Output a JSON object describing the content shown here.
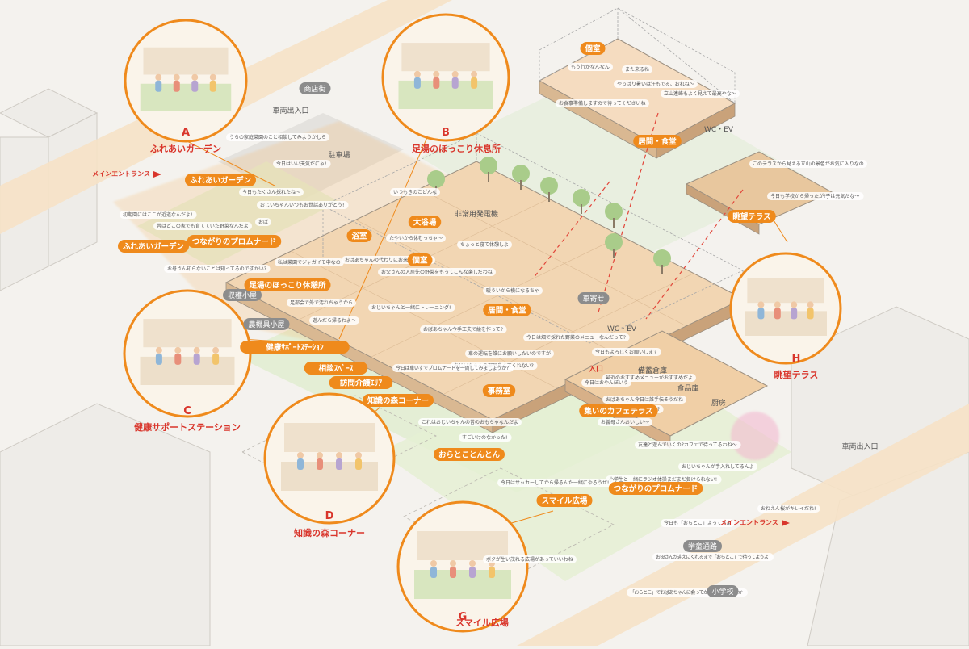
{
  "colors": {
    "accent": "#ef8a1c",
    "accent_dark": "#e36b10",
    "red": "#d9352b",
    "gray_tag": "#8c8c8c",
    "ground": "#f4f2ee",
    "path": "#f6e2c7",
    "lawn": "#dfeccc"
  },
  "orange_labels": [
    {
      "id": "fureai1",
      "text": "ふれあいガーデン"
    },
    {
      "id": "fureai2",
      "text": "ふれあいガーデン"
    },
    {
      "id": "promenade1",
      "text": "つながりのプロムナード"
    },
    {
      "id": "ashiyu",
      "text": "足湯のほっこり休憩所"
    },
    {
      "id": "yokushitsu",
      "text": "浴室"
    },
    {
      "id": "daiyokujo",
      "text": "大浴場"
    },
    {
      "id": "koshitsu1",
      "text": "個室"
    },
    {
      "id": "kenko",
      "text": "健康ｻﾎﾟｰﾄｽﾃｰｼｮﾝ"
    },
    {
      "id": "sodan",
      "text": "相談ｽﾍﾟｰｽ"
    },
    {
      "id": "homon",
      "text": "訪問介護ｴﾘｱ"
    },
    {
      "id": "chishiki",
      "text": "知識の森コーナー"
    },
    {
      "id": "kyoma1",
      "text": "居間・食堂"
    },
    {
      "id": "jimushitsu",
      "text": "事務室"
    },
    {
      "id": "tsudoi",
      "text": "集いのカフェテラス"
    },
    {
      "id": "oratoko",
      "text": "おらとことんとん"
    },
    {
      "id": "smile",
      "text": "スマイル広場"
    },
    {
      "id": "promenade2",
      "text": "つながりのプロムナード"
    },
    {
      "id": "koshitsu2",
      "text": "個室"
    },
    {
      "id": "kyoma2",
      "text": "居間・食堂"
    },
    {
      "id": "chobou",
      "text": "眺望テラス"
    }
  ],
  "gray_labels": [
    {
      "id": "shotengai",
      "text": "商店街"
    },
    {
      "id": "shuukaku",
      "text": "収穫小屋"
    },
    {
      "id": "noukigu",
      "text": "農機具小屋"
    },
    {
      "id": "kurumayose",
      "text": "車寄せ"
    },
    {
      "id": "gakudo",
      "text": "学童通路"
    },
    {
      "id": "shogakko",
      "text": "小学校"
    }
  ],
  "plain_labels": {
    "sharyo1": "車両出入口",
    "chushajo": "駐車場",
    "hijo": "非常用発電機",
    "wcev1": "WC・EV",
    "wcev2": "WC・EV",
    "bichiku": "備蓄倉庫",
    "shokuhin": "食品庫",
    "chubo": "厨房",
    "sharyo2": "車両出入口",
    "iriguchi": "入口"
  },
  "red_labels": {
    "main1": "メインエントランス",
    "main2": "メインエントランス",
    "ashiyu_title": "足湯のほっこり休息所"
  },
  "circles": [
    {
      "letter": "A",
      "title": "ふれあいガーデン"
    },
    {
      "letter": "B",
      "title": ""
    },
    {
      "letter": "C",
      "title": "健康サポートステーション"
    },
    {
      "letter": "D",
      "title": "知識の森コーナー"
    },
    {
      "letter": "G",
      "title": "スマイル広場"
    },
    {
      "letter": "H",
      "title": "眺望テラス"
    }
  ],
  "bubbles": [
    {
      "id": "b1",
      "text": "うちの家庭菜園のこと相談してみようかしら"
    },
    {
      "id": "b2",
      "text": "今日はいい天気だにゃ!"
    },
    {
      "id": "b3",
      "text": "今日もたくさん採れたね〜"
    },
    {
      "id": "b4",
      "text": "初期園にはここが近道なんだよ!"
    },
    {
      "id": "b5",
      "text": "おじいちゃんいつもお世話ありがとう!"
    },
    {
      "id": "b6",
      "text": "昔はどこの家でも育てていた野菜なんだよ"
    },
    {
      "id": "b7",
      "text": "お母さん知らないことは知ってるのですかい?"
    },
    {
      "id": "b8",
      "text": "おば"
    },
    {
      "id": "b9",
      "text": "私は菜園でジャガイモ中なの"
    },
    {
      "id": "b10",
      "text": "いつもきのこどんな"
    },
    {
      "id": "b11",
      "text": "たやいから休むっちゃ〜"
    },
    {
      "id": "b12",
      "text": "ちょっと寝て休憩しよ"
    },
    {
      "id": "b13",
      "text": "おばあちゃんの代わりにお米をあげるの"
    },
    {
      "id": "b14",
      "text": "お父さんの入居先の野菜をもってこんな楽しだわね"
    },
    {
      "id": "b15",
      "text": "暖ういから横になるちゃ"
    },
    {
      "id": "b16",
      "text": "おじいちゃんと一緒にトレーニング!"
    },
    {
      "id": "b17",
      "text": "足部会で外で汚れちゃうから"
    },
    {
      "id": "b18",
      "text": "遊んだら帰るわよ〜"
    },
    {
      "id": "b19",
      "text": "おばあちゃん今手工夫で絵を作って?"
    },
    {
      "id": "b20",
      "text": "今日は畑で採れた野菜のメニューなんだって?"
    },
    {
      "id": "b21",
      "text": "車の運転を誰にお願いしたいのですが"
    },
    {
      "id": "b22",
      "text": "おじいちゃんの部屋良くてくれない?"
    },
    {
      "id": "b23",
      "text": "今日は車いすでプロムナードを一周してみましょうか?"
    },
    {
      "id": "b24",
      "text": "これはおじいちゃんの昔のおもちゃなんだよ"
    },
    {
      "id": "b25",
      "text": "すごいけのなかった!"
    },
    {
      "id": "b26",
      "text": "今日もよろしくお願いします"
    },
    {
      "id": "b27",
      "text": "最近のおすすめメニューがおすすめだよ"
    },
    {
      "id": "b28",
      "text": "今日はおやんぼいう"
    },
    {
      "id": "b29",
      "text": "おばあちゃん今日は誰手伝そうだね"
    },
    {
      "id": "b30",
      "text": "お帰りなさ〜小学校は楽しかった?"
    },
    {
      "id": "b31",
      "text": "お義母さんおいしい〜"
    },
    {
      "id": "b32",
      "text": "友達と遊んでいくの?カフェで待ってるわね〜"
    },
    {
      "id": "b33",
      "text": "小学生と一緒にラジオ体操まだまだ負けられない!"
    },
    {
      "id": "b34",
      "text": "今日はサッカーしてから帰るんた一緒にやろうぜ!"
    },
    {
      "id": "b35",
      "text": "おじいちゃんが手入れしてるんよ"
    },
    {
      "id": "b36",
      "text": "おねえん桜がキレイだね!"
    },
    {
      "id": "b37",
      "text": "今日も「おらとこ」よってでよ"
    },
    {
      "id": "b38",
      "text": "ボクが生い茂れる広場があっていいわね"
    },
    {
      "id": "b39",
      "text": "お母さんが迎えにくれるまで「おらとこ」で待ってようよ"
    },
    {
      "id": "b40",
      "text": "「おらとこ」でおばあちゃんに会ってから帰りましょうか"
    },
    {
      "id": "b41",
      "text": "もう行かなんなん"
    },
    {
      "id": "b42",
      "text": "また来るね"
    },
    {
      "id": "b43",
      "text": "やっぱり暑いは汗もでる、おれね〜"
    },
    {
      "id": "b44",
      "text": "お食事準備しますので待ってくださいね"
    },
    {
      "id": "b45",
      "text": "立山連峰もよく見えて最高やな〜"
    },
    {
      "id": "b46",
      "text": "このテラスから見える立山の景色がお気に入りなの"
    },
    {
      "id": "b47",
      "text": "今日も学校から帰ったが!子は元気だな〜"
    }
  ]
}
